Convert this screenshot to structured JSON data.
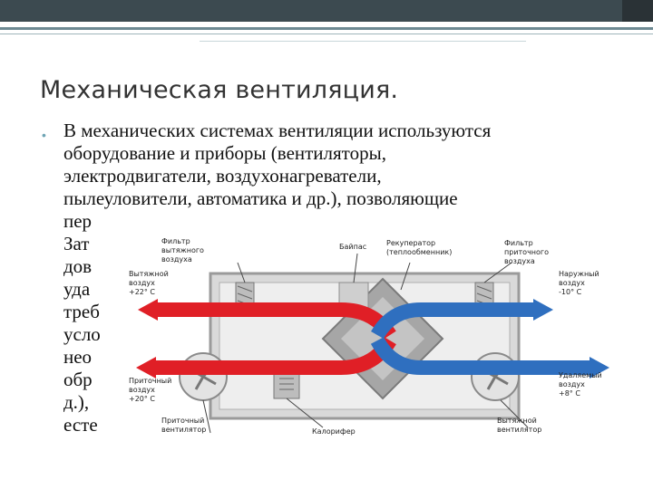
{
  "slide": {
    "title": "Механическая вентиляция.",
    "bullet_lines": [
      "В механических системах вентиляции используются",
      "оборудование и приборы (вентиляторы,",
      "электродвигатели, воздухонагреватели,",
      "пылеуловители, автоматика и др.), позволяющие",
      "пер",
      "Зат",
      "дов",
      "уда",
      "треб",
      "усло",
      "нео",
      "обр",
      "д.),",
      "есте"
    ]
  },
  "diagram": {
    "labels": {
      "exhaust_filter": "Фильтр\nвытяжного\nвоздуха",
      "bypass": "Байпас",
      "recuperator": "Рекуператор\n(теплообменник)",
      "supply_filter": "Фильтр\nприточного\nвоздуха",
      "extract_air": "Вытяжной\nвоздух\n+22° С",
      "outdoor_air": "Наружный\nвоздух\n-10° С",
      "supply_air": "Приточный\nвоздух\n+20° С",
      "removed_air": "Удаляемый\nвоздух\n+8° С",
      "supply_fan": "Приточный\nвентилятор",
      "heater": "Калорифер",
      "exhaust_fan": "Вытяжной\nвентилятор"
    },
    "colors": {
      "warm": "#e01f26",
      "cold": "#2f6fbf",
      "casing": "#c8c8c8",
      "core": "#9a9a9a"
    }
  }
}
